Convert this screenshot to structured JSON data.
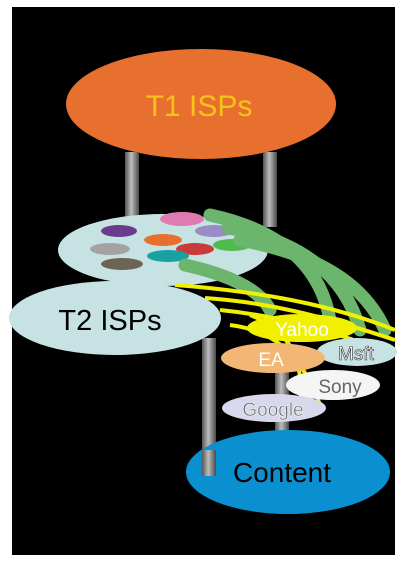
{
  "labels": {
    "t1": "T1 ISPs",
    "t2": "T2 ISPs",
    "yahoo": "Yahoo",
    "ea": "EA",
    "msft": "Msft",
    "sony": "Sony",
    "google": "Google",
    "content": "Content"
  },
  "colors": {
    "background": "#000000",
    "t1_fill": "#e8702e",
    "t1_text": "#f6c21a",
    "t2_fill": "#c6e2e2",
    "content_fill": "#0a8fd0",
    "pillar": "#8a8a8a",
    "green_links": "#6cb56c",
    "yellow_links": "#f0f000"
  }
}
